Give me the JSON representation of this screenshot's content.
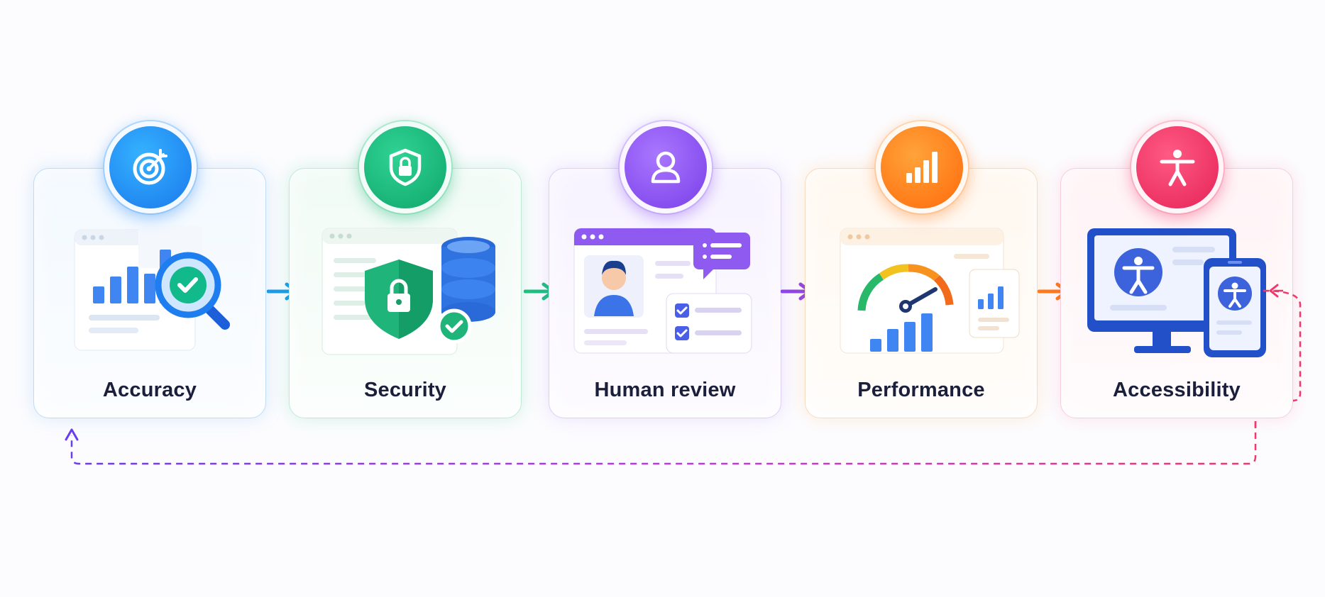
{
  "steps": [
    {
      "label": "Accuracy",
      "icon": "target-icon",
      "color": "#1e8ef0",
      "arrow_color": "#1e9be8"
    },
    {
      "label": "Security",
      "icon": "shield-lock-icon",
      "color": "#16b57a",
      "arrow_color": "#1fbf80"
    },
    {
      "label": "Human review",
      "icon": "user-icon",
      "color": "#8a4df0",
      "arrow_color": "#8e44e8"
    },
    {
      "label": "Performance",
      "icon": "signal-bars-icon",
      "color": "#ff7a12",
      "arrow_color": "#ff7a1a"
    },
    {
      "label": "Accessibility",
      "icon": "accessibility-icon",
      "color": "#f0386a"
    }
  ],
  "loop": {
    "gradient_start": "#6a3cf0",
    "gradient_end": "#f0386a"
  }
}
